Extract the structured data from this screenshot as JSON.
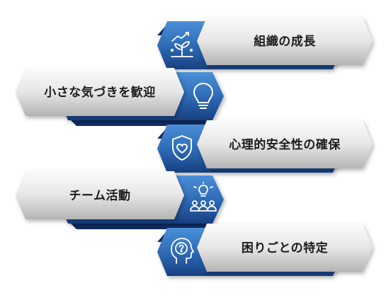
{
  "items": [
    {
      "label": "組織の成長",
      "side": "right",
      "icon": "growth-chart-plant-icon"
    },
    {
      "label": "小さな気づきを歓迎",
      "side": "left",
      "icon": "lightbulb-icon"
    },
    {
      "label": "心理的安全性の確保",
      "side": "right",
      "icon": "shield-heart-icon"
    },
    {
      "label": "チーム活動",
      "side": "left",
      "icon": "team-idea-icon"
    },
    {
      "label": "困りごとの特定",
      "side": "right",
      "icon": "head-question-icon"
    }
  ],
  "colors": {
    "blue_dark": "#1c4d96",
    "blue_light": "#3f84cf",
    "silver_light": "#f5f5f5",
    "silver_dark": "#b8b8b8",
    "text": "#1c1c1c",
    "icon": "#ffffff"
  }
}
